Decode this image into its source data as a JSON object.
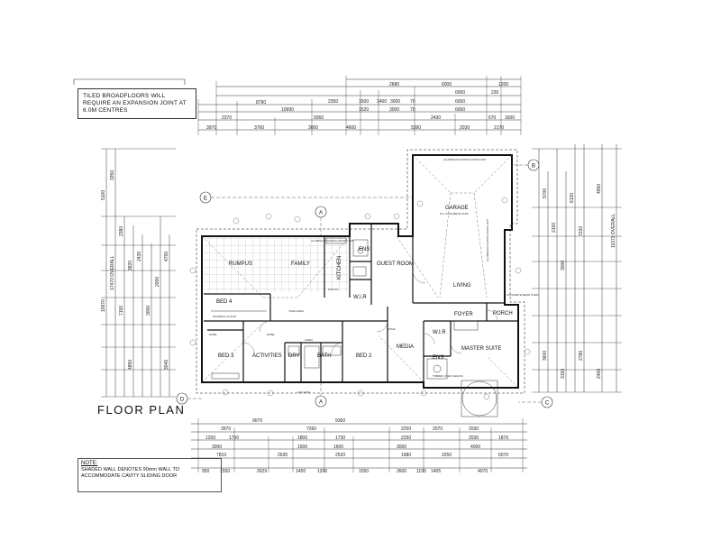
{
  "note": {
    "text": "TILED BROADFLOORS WILL REQUIRE AN EXPANSION JOINT AT 6.0M CENTRES"
  },
  "title": "FLOOR PLAN",
  "notes_box": {
    "heading": "NOTE:",
    "text": "SHADED WALL DENOTES 90mm WALL TO ACCOMMODATE CAVITY SLIDING DOOR"
  },
  "grid_markers": {
    "a_top": "A",
    "a_bottom": "A",
    "b": "B",
    "c": "C",
    "d": "D",
    "e": "E"
  },
  "rooms": {
    "rumpus": "RUMPUS",
    "family": "FAMILY",
    "kitchen": "KITCHEN",
    "ens_top": "ENS",
    "guest_room": "GUEST ROOM",
    "garage": "GARAGE",
    "living": "LIVING",
    "wir_top": "W.I.R",
    "bed4": "BED 4",
    "foyer": "FOYER",
    "porch": "PORCH",
    "bed3": "BED 3",
    "activities": "ACTIVITIES",
    "dry": "DRY",
    "bath": "BATH",
    "bed2": "BED 2",
    "media": "MEDIA",
    "wir_bottom": "W.I.R",
    "ens_bottom": "ENS",
    "master_suite": "MASTER SUITE",
    "linen": "LINEN",
    "robe": "ROBE"
  },
  "dims": {
    "top_r1": [
      "2680",
      "6000",
      "1200"
    ],
    "top_r2": [
      "6000",
      "230"
    ],
    "top_r3": [
      "8790",
      "2350",
      "1500",
      "1400",
      "3000",
      "70",
      "6000"
    ],
    "top_r4": [
      "10990",
      "1520",
      "3000",
      "70",
      "6000"
    ],
    "top_r5": [
      "2370",
      "9360",
      "2430",
      "670",
      "1600"
    ],
    "top_r6": [
      "3970",
      "3760",
      "3000",
      "4600",
      "5390",
      "2030",
      "2170"
    ],
    "bot_r1": [
      "9070",
      "9360"
    ],
    "bot_r2": [
      "3970",
      "7260",
      "2250",
      "2070",
      "2030"
    ],
    "bot_r3": [
      "1200",
      "1730",
      "1800",
      "1730",
      "2250",
      "2030",
      "1870"
    ],
    "bot_r4": [
      "3000",
      "1500",
      "1600",
      "3000",
      "4000"
    ],
    "bot_r5": [
      "7810",
      "2630",
      "2520",
      "1980",
      "3250",
      "6070"
    ],
    "bot_r6": [
      "950",
      "1550",
      "2629",
      "1450",
      "1200",
      "1550",
      "2600",
      "1100",
      "1405",
      "4070"
    ],
    "left_overall": "17470 OVERALL",
    "left_major": "10970",
    "right_overall": "11070 OVERALL",
    "left_vals": [
      "5100",
      "3350",
      "2380",
      "3820",
      "2430",
      "7150",
      "4850",
      "3000",
      "2000",
      "4750",
      "3040"
    ],
    "right_vals": [
      "5700",
      "2100",
      "3000",
      "6130",
      "7220",
      "4950",
      "3600",
      "3150",
      "2780",
      "2400"
    ]
  },
  "small_labels": {
    "garage_sub": "N.F. CONCRETE SLAB",
    "garage_door": "ALUMINIUM SLIDING DOOR UNIT",
    "garage_door2": "ALUMINIUM SLIDING DOOR UNIT",
    "concrete_beam": "CONCRETE BEAM OVER",
    "alum_sliding": "ALUMINIUM SLIDING DOOR UNIT",
    "tiled_area": "TILED AREA",
    "master_note": "TIMBER LINED CEILING",
    "pantry": "PANTRY",
    "robe_note": "ROBE",
    "bed4_note": "INTERNAL FLOOR",
    "gas_note": "GAS HWS",
    "stair": "STAIR"
  }
}
